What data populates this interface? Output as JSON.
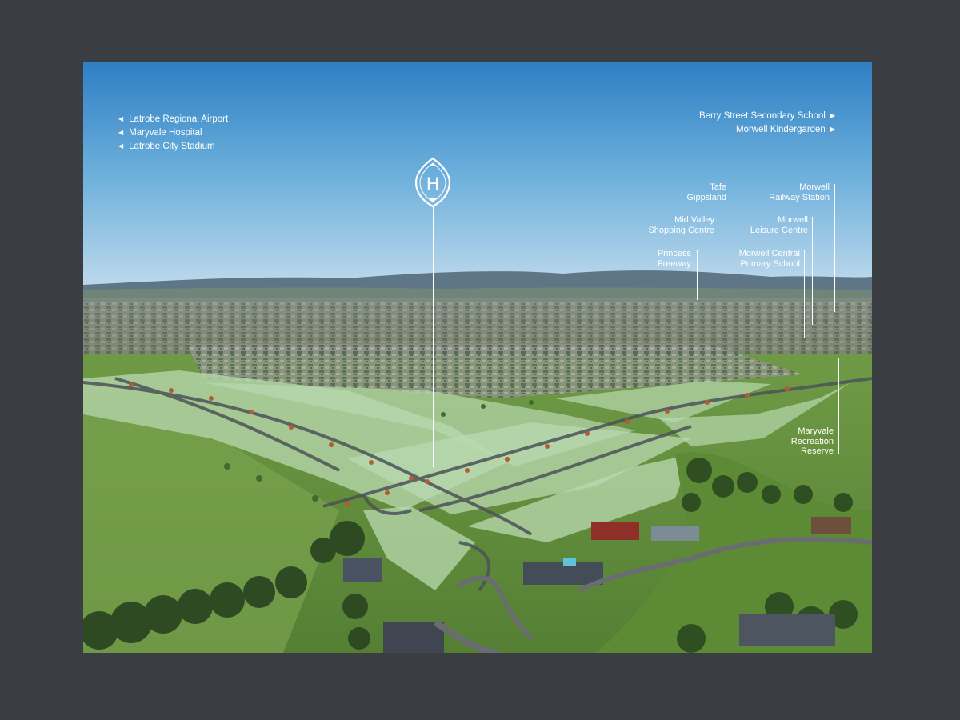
{
  "left_destinations": [
    "Latrobe Regional Airport",
    "Maryvale Hospital",
    "Latrobe City Stadium"
  ],
  "right_destinations": [
    "Berry Street Secondary School",
    "Morwell Kindergarden"
  ],
  "pin_letter": "H",
  "poi": {
    "tafe": [
      "Tafe",
      "Gippsland"
    ],
    "railway": [
      "Morwell",
      "Railway Station"
    ],
    "mid_valley": [
      "Mid Valley",
      "Shopping Centre"
    ],
    "leisure": [
      "Morwell",
      "Leisure Centre"
    ],
    "princess": [
      "Princess",
      "Freeway"
    ],
    "primary": [
      "Morwell Central",
      "Primary School"
    ],
    "maryvale": [
      "Maryvale",
      "Recreation",
      "Reserve"
    ]
  },
  "colors": {
    "background": "#3a3e43",
    "sky_top": "#2f7fc4",
    "lot_overlay": "#b9d9b0",
    "label": "#ffffff"
  }
}
